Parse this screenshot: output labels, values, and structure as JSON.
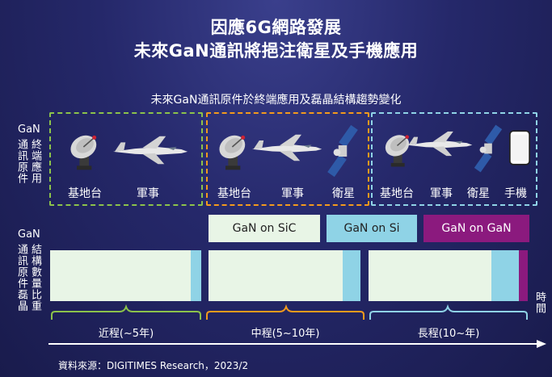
{
  "title_line1": "因應6G網路發展",
  "title_line2": "未來GaN通訊將挹注衛星及手機應用",
  "subtitle": "未來GaN通訊原件於終端應用及磊晶結構趨勢變化",
  "row1_label": {
    "top": "GaN",
    "col1": "通訊原件",
    "col2": "終端應用"
  },
  "row2_label": {
    "top": "GaN",
    "col1": "通訊原件磊晶",
    "col2": "結構數量比重"
  },
  "groups": [
    {
      "items": [
        "基地台",
        "軍事"
      ]
    },
    {
      "items": [
        "基地台",
        "軍事",
        "衛星"
      ]
    },
    {
      "items": [
        "基地台",
        "軍事",
        "衛星",
        "手機"
      ]
    }
  ],
  "tags": [
    "GaN on SiC",
    "GaN on Si",
    "GaN on GaN"
  ],
  "periods": [
    "近程(~5年)",
    "中程(5~10年)",
    "長程(10~年)"
  ],
  "time_label": "時間",
  "source": "資料來源：DIGITIMES Research，2023/2",
  "colors": {
    "sic": "#e8f5e6",
    "si": "#8fd3e6",
    "gan": "#8b1a7e",
    "green": "#8cc34a",
    "orange": "#f39a1c",
    "blue": "#8fd3e6"
  },
  "icons": [
    "satellite-dish-icon",
    "fighter-jet-icon",
    "satellite-icon",
    "smartphone-icon"
  ]
}
